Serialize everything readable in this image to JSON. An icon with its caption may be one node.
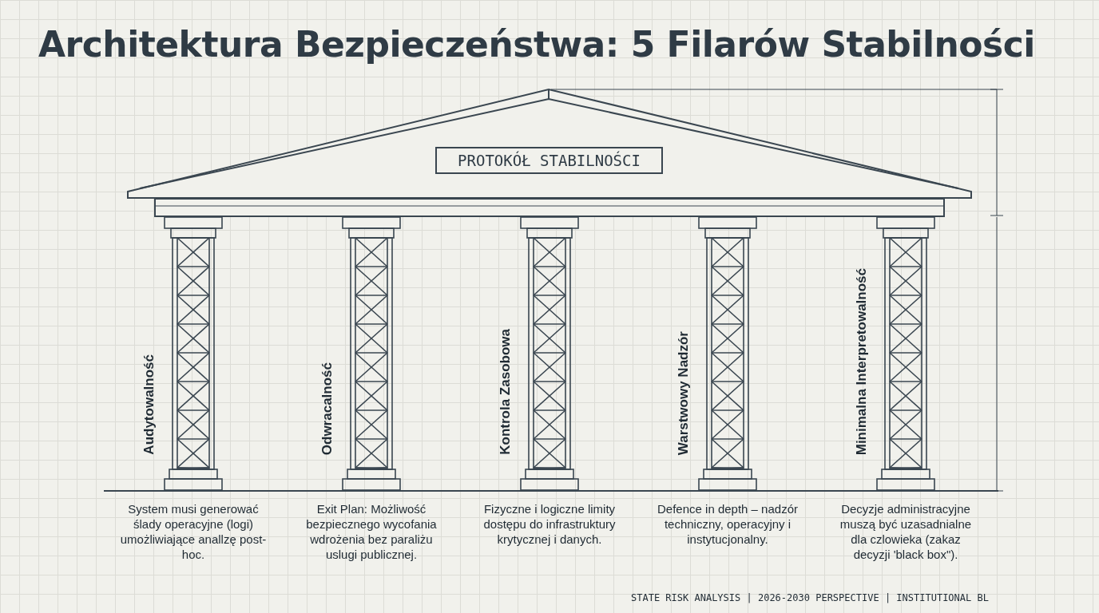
{
  "diagram": {
    "title": "Architektura Bezpieczeństwa: 5 Filarów Stabilności",
    "nodes": [
      {
        "text": [
          "PROTOKÓŁ STABILNOŚCI"
        ]
      },
      {
        "text": [
          "Audytowalność"
        ],
        "beside": [
          "System musi generować ślady operacyjne (logi) umożliwiające anallzę post-hoc."
        ]
      },
      {
        "text": [
          "Odwracalność"
        ],
        "beside": [
          "Exit Plan: Możliwość bezpiecznego wycofania wdrożenia bez paraliżu uslugi publicznej."
        ]
      },
      {
        "text": [
          "Kontrola Zasobowa"
        ],
        "beside": [
          "Fizyczne i logiczne limity dostępu do infrastruktury krytycznej i danych."
        ]
      },
      {
        "text": [
          "Warstwowy Nadzór"
        ],
        "beside": [
          "Defence in depth – nadzór techniczny, operacyjny i instytucjonalny."
        ]
      },
      {
        "text": [
          "Minimalna Interpretowalność"
        ],
        "beside": [
          "Decyzje administracyjne muszą być uzasadnialne dla czlowieka (zakaz decyzji 'black box\")."
        ]
      }
    ],
    "edges": [],
    "labels": [
      "STATE RISK ANALYSIS | 2026-2030 PERSPECTIVE | INSTITUTIONAL BL"
    ]
  }
}
